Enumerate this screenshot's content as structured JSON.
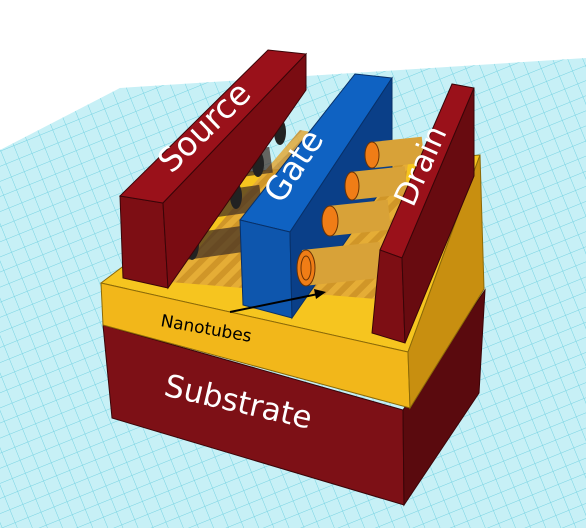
{
  "labels": {
    "source": "Source",
    "gate": "Gate",
    "drain": "Drain",
    "nanotubes": "Nanotubes",
    "substrate": "Substrate"
  },
  "colors": {
    "background": "#ffffff",
    "grid_fill": "#c7f0f6",
    "grid_line": "#6fd0e0",
    "substrate_front": "#7d1016",
    "substrate_side": "#5a0a0e",
    "yellow_front": "#f2b71a",
    "yellow_top": "#f6c51f",
    "yellow_side": "#c88f10",
    "electrode_front": "#9a111a",
    "electrode_side": "#680b10",
    "gate_front": "#0f62c2",
    "gate_side": "#0a3f88",
    "tube_body": "#d8a238",
    "tube_cap": "#f07d16",
    "label_text": "#ffffff",
    "annotation_text": "#000000"
  }
}
